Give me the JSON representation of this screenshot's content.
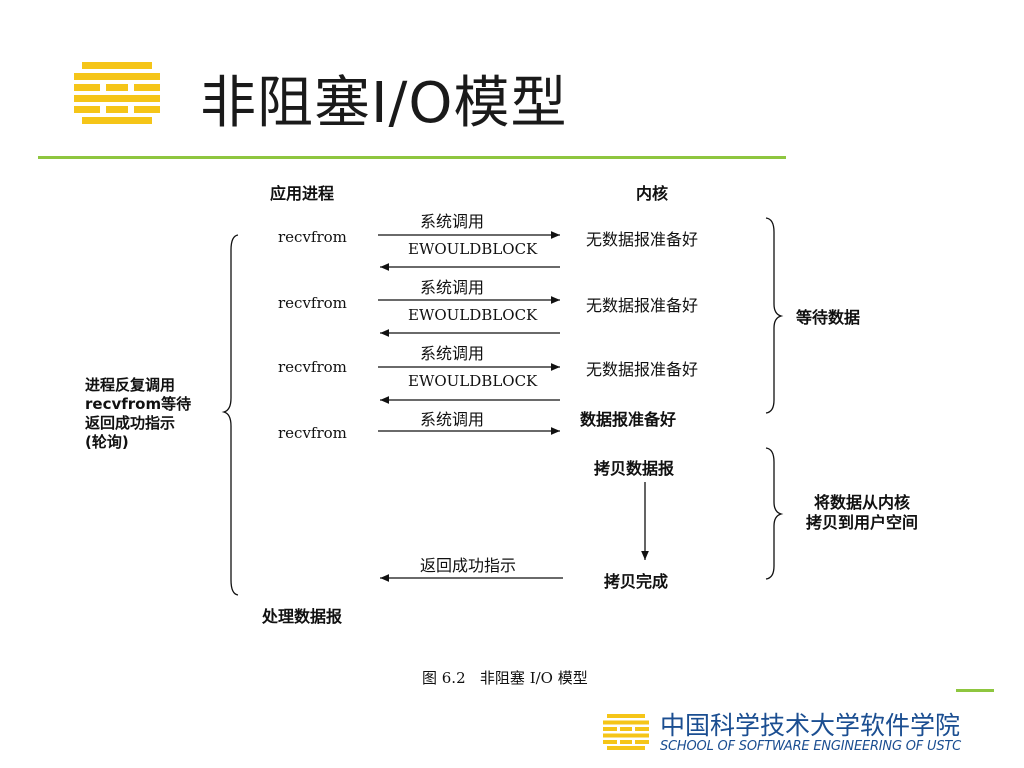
{
  "title": "非阻塞I/O模型",
  "diagram": {
    "col_app": "应用进程",
    "col_kernel": "内核",
    "rows": [
      {
        "app": "recvfrom",
        "call": "系统调用",
        "reply": "EWOULDBLOCK",
        "kernel": "无数据报准备好"
      },
      {
        "app": "recvfrom",
        "call": "系统调用",
        "reply": "EWOULDBLOCK",
        "kernel": "无数据报准备好"
      },
      {
        "app": "recvfrom",
        "call": "系统调用",
        "reply": "EWOULDBLOCK",
        "kernel": "无数据报准备好"
      },
      {
        "app": "recvfrom",
        "call": "系统调用",
        "kernel": "数据报准备好"
      }
    ],
    "copy_start": "拷贝数据报",
    "copy_done": "拷贝完成",
    "return_label": "返回成功指示",
    "left_note": [
      "进程反复调用",
      "recvfrom等待",
      "返回成功指示",
      "(轮询)"
    ],
    "right_note_wait": "等待数据",
    "right_note_copy": [
      "将数据从内核",
      "拷贝到用户空间"
    ],
    "process_label": "处理数据报",
    "caption": "图 6.2   非阻塞 I/O 模型"
  },
  "footer": {
    "school_cn": "中国科学技术大学软件学院",
    "school_en": "SCHOOL OF SOFTWARE ENGINEERING OF USTC"
  },
  "colors": {
    "accent_green": "#8ec63f",
    "logo_yellow": "#f5c518",
    "footer_blue": "#1b4e91"
  }
}
